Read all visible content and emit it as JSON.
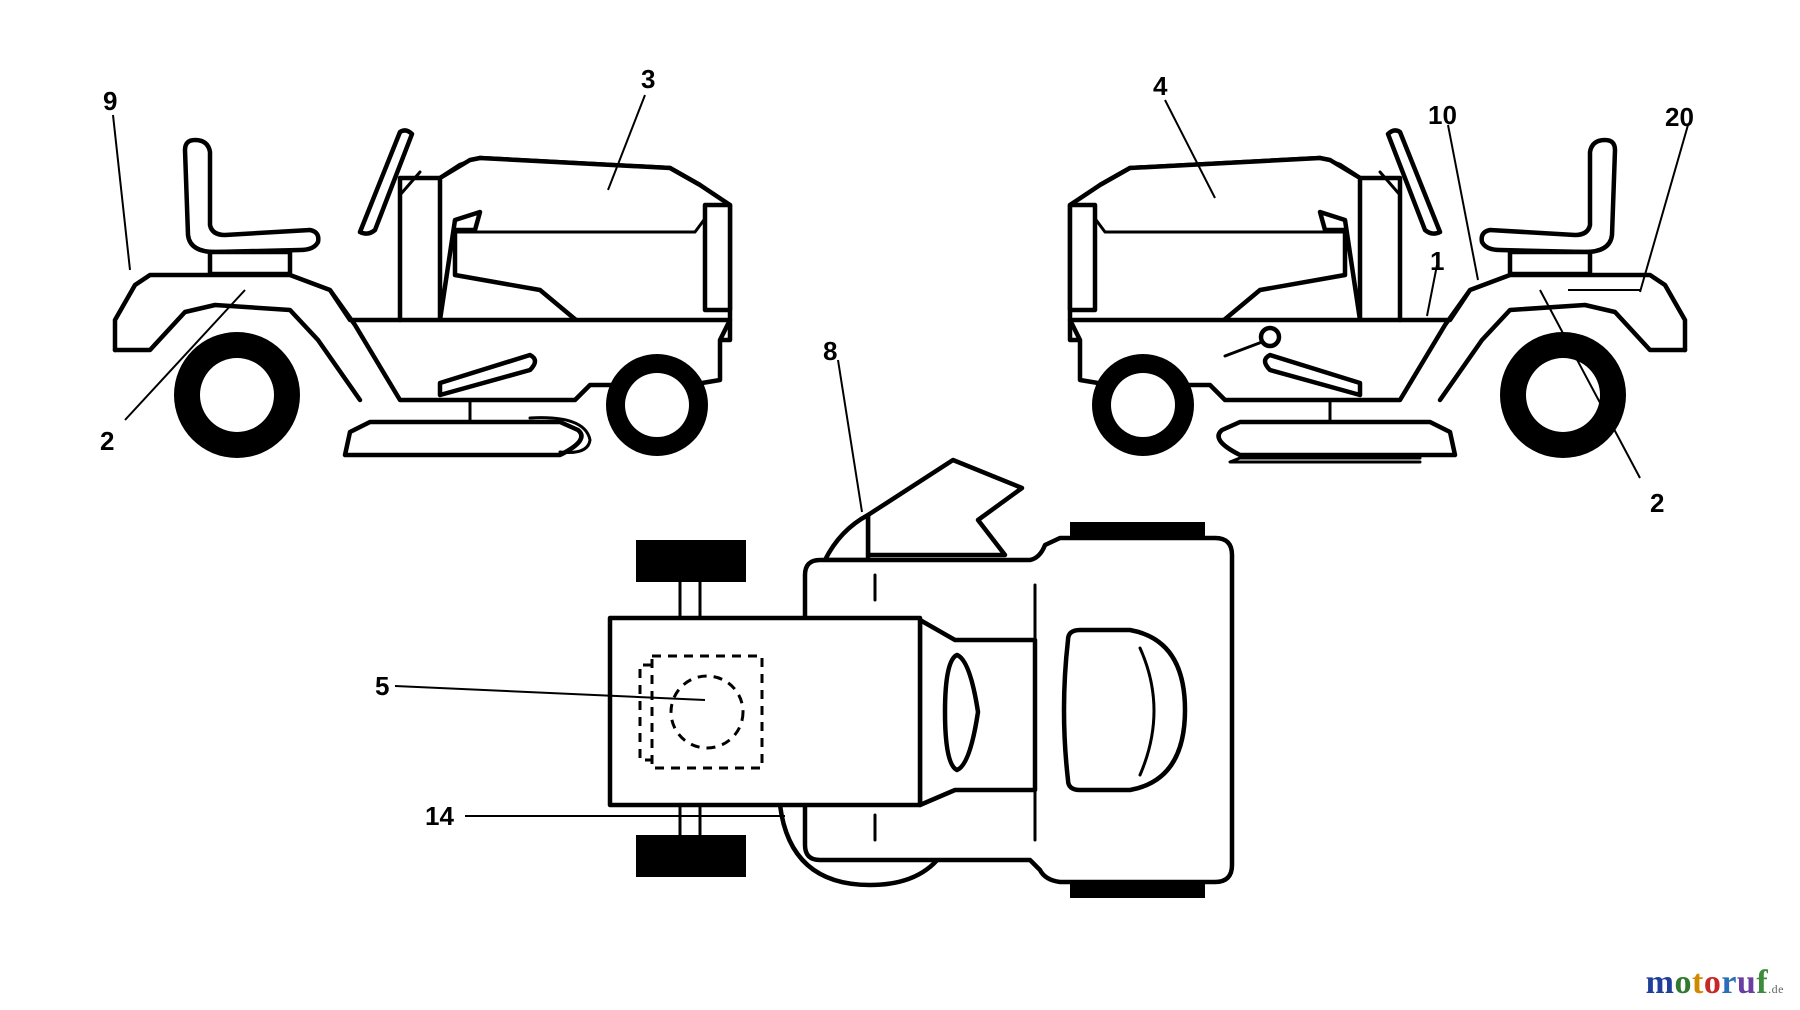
{
  "diagram": {
    "labels": {
      "l1": "1",
      "l2a": "2",
      "l2b": "2",
      "l3": "3",
      "l4": "4",
      "l5": "5",
      "l8": "8",
      "l9": "9",
      "l10": "10",
      "l14": "14",
      "l20": "20"
    }
  },
  "watermark": {
    "letters": [
      "m",
      "o",
      "t",
      "o",
      "r",
      "u",
      "f"
    ],
    "colors": [
      "#1f3f9a",
      "#2f7a2f",
      "#d08a00",
      "#c62828",
      "#2a6fb8",
      "#6a3fa0",
      "#3c8c3c"
    ],
    "suffix": ".de"
  }
}
